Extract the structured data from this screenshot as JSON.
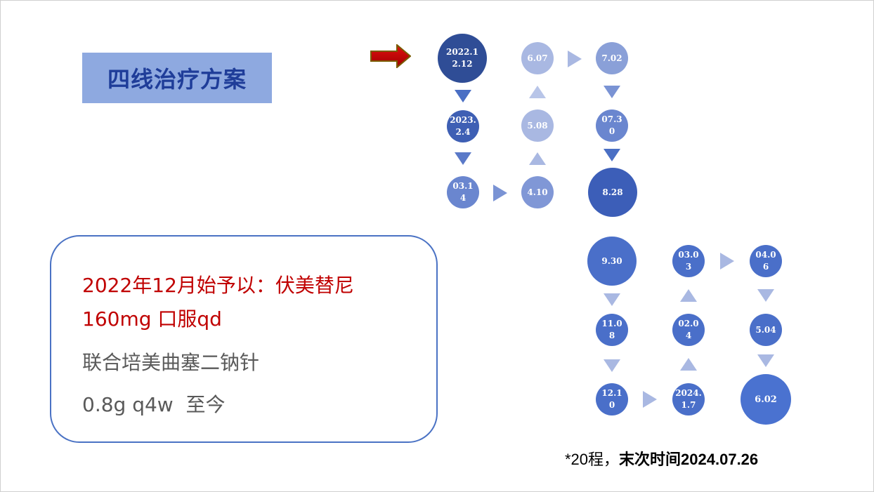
{
  "title": "四线治疗方案",
  "nodes": [
    {
      "id": "n1",
      "lines": [
        "2022.1",
        "2.12"
      ]
    },
    {
      "id": "n2",
      "lines": [
        "2023.",
        "2.4"
      ]
    },
    {
      "id": "n3",
      "lines": [
        "03.1",
        "4"
      ]
    },
    {
      "id": "n4",
      "lines": [
        "4.10"
      ]
    },
    {
      "id": "n5",
      "lines": [
        "5.08"
      ]
    },
    {
      "id": "n6",
      "lines": [
        "6.07"
      ]
    },
    {
      "id": "n7",
      "lines": [
        "7.02"
      ]
    },
    {
      "id": "n8",
      "lines": [
        "07.3",
        "0"
      ]
    },
    {
      "id": "n9",
      "lines": [
        "8.28"
      ]
    },
    {
      "id": "n10",
      "lines": [
        "9.30"
      ]
    },
    {
      "id": "n11",
      "lines": [
        "11.0",
        "8"
      ]
    },
    {
      "id": "n12",
      "lines": [
        "12.1",
        "0"
      ]
    },
    {
      "id": "n13",
      "lines": [
        "2024.",
        "1.7"
      ]
    },
    {
      "id": "n14",
      "lines": [
        "02.0",
        "4"
      ]
    },
    {
      "id": "n15",
      "lines": [
        "03.0",
        "3"
      ]
    },
    {
      "id": "n16",
      "lines": [
        "04.0",
        "6"
      ]
    },
    {
      "id": "n17",
      "lines": [
        "5.04"
      ]
    },
    {
      "id": "n18",
      "lines": [
        "6.02"
      ]
    }
  ],
  "regimen": {
    "line1": "2022年12月始予以：伏美替尼",
    "line2": "160mg 口服qd",
    "line3": "联合培美曲塞二钠针",
    "line4": "0.8g q4w  至今"
  },
  "footer": {
    "prefix": "*20程，",
    "bold": "末次时间2024.07.26"
  },
  "colors": {
    "title_bg": "#8ea9e0",
    "title_text": "#1f3d99",
    "node_dark": "#2f4d96",
    "node_mid": "#4a6fc4",
    "node_light": "#8aa0d8",
    "node_pale": "#a9b8e2",
    "arrow_red": "#c00000",
    "highlight_text": "#c00000",
    "box_border": "#4a72c4"
  },
  "icons": {
    "pointer": "red-right-arrow",
    "down": "triangle-down",
    "up": "triangle-up",
    "right": "triangle-right"
  }
}
